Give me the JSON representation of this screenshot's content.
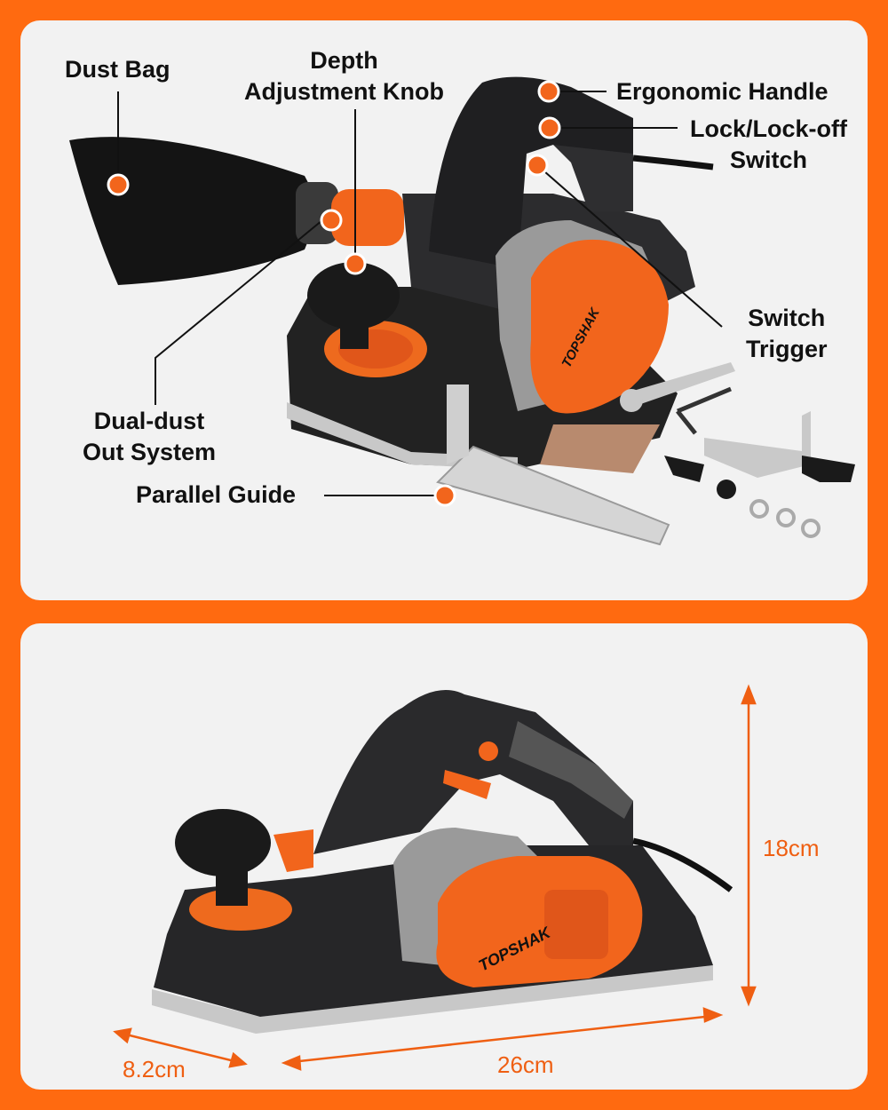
{
  "features": {
    "dust_bag": "Dust Bag",
    "depth_knob": [
      "Depth",
      "Adjustment Knob"
    ],
    "ergonomic_handle": "Ergonomic Handle",
    "lock_switch": [
      "Lock/Lock-off",
      "Switch"
    ],
    "switch_trigger": [
      "Switch",
      "Trigger"
    ],
    "dual_dust": [
      "Dual-dust",
      "Out System"
    ],
    "parallel_guide": "Parallel Guide"
  },
  "brand": "TOPSHAK",
  "dimensions": {
    "height": "18cm",
    "width": "8.2cm",
    "length": "26cm"
  },
  "colors": {
    "background": "#ff6a10",
    "panel": "#f2f2f2",
    "accent": "#ef5f12",
    "tool_body": "#2a2a2c"
  }
}
